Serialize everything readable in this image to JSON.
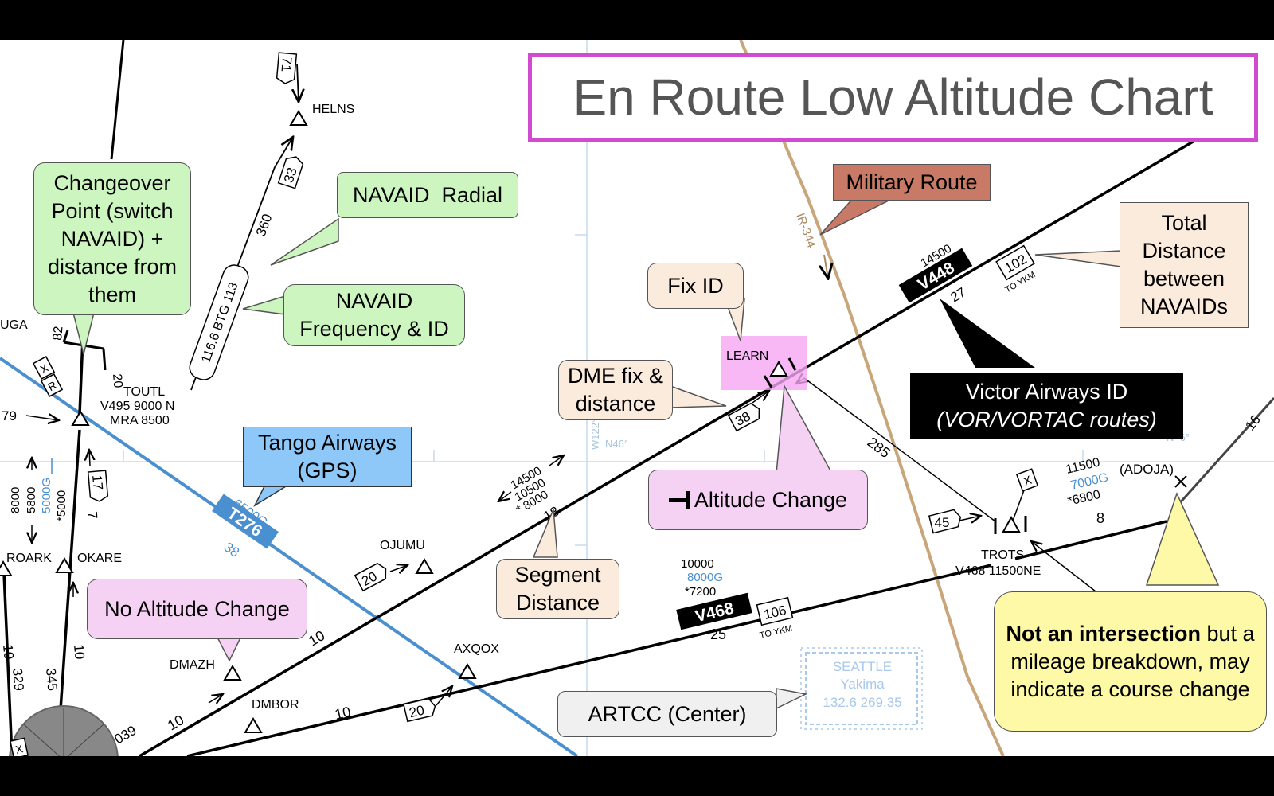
{
  "title": "En Route Low Altitude Chart",
  "callouts": {
    "changeover": "Changeover Point (switch NAVAID) + distance from them",
    "navaid_radial": "NAVAID  Radial",
    "navaid_freq": "NAVAID Frequency & ID",
    "tango": "Tango Airways (GPS)",
    "no_alt_change": "No Altitude Change",
    "military": "Military Route",
    "fix_id": "Fix ID",
    "dme_fix": "DME fix & distance",
    "alt_change": "Altitude Change",
    "segment": "Segment Distance",
    "total_dist": "Total Distance between NAVAIDs",
    "victor_line1": "Victor Airways ID",
    "victor_line2": "(VOR/VORTAC routes)",
    "not_intersection_bold": "Not an intersection",
    "not_intersection_rest": " but a mileage breakdown, may indicate a course change",
    "artcc": "ARTCC (Center)"
  },
  "fixes": {
    "helns": "HELNS",
    "toutl": "TOUTL",
    "toutl_info1": "V495 9000 N",
    "toutl_info2": "MRA 8500",
    "learn": "LEARN",
    "ojumu": "OJUMU",
    "axqox": "AXQOX",
    "dmazh": "DMAZH",
    "dmbor": "DMBOR",
    "roark": "ROARK",
    "okare": "OKARE",
    "trots": "TROTS",
    "trots_info": "V468 11500NE",
    "adoja": "(ADOJA)",
    "uga": "UGA"
  },
  "airways": {
    "v448": "V448",
    "v448_mea": "14500",
    "v448_seg": "27",
    "v448_total": "102",
    "v448_to": "TO YKM",
    "v468": "V468",
    "v468_mea": "10000",
    "v468_gnss": "8000G",
    "v468_moca": "*7200",
    "v468_seg": "25",
    "v468_total": "106",
    "v468_to": "TO YKM",
    "t276": "T276",
    "t276_mea": "6500G",
    "t276_seg": "38",
    "ojumu_alt1": "14500",
    "ojumu_alt2": "10500",
    "ojumu_alt3": "* 8000",
    "ojumu_seg": "18",
    "adoja_mea": "11500",
    "adoja_gnss": "7000G",
    "adoja_moca": "*6800",
    "adoja_seg": "8",
    "left_alt1": "8000",
    "left_alt2": "5800",
    "left_alt3": "5000G",
    "left_alt4": "*5000",
    "military_id": "IR-344"
  },
  "labels": {
    "dme_38": "38",
    "dist_45": "45",
    "dist_20a": "20",
    "dist_20b": "20",
    "dist_33": "33",
    "dist_17": "17",
    "box_71": "71",
    "radial_360": "360",
    "radial_285": "285",
    "radial_345": "345",
    "radial_329": "329",
    "radial_039": "039",
    "radial_16": "16",
    "freq": "116.6 BTG 113",
    "cop_82": "82",
    "cop_20": "20",
    "seg_10a": "10",
    "seg_10b": "10",
    "seg_10c": "10",
    "seg_10d": "10",
    "seg_10e": "10",
    "seg_7": "7",
    "seg_79": "79",
    "x": "X",
    "r": "R",
    "n46a": "N46°",
    "n46b": "N46°",
    "w122": "W122°"
  },
  "artcc": {
    "name": "SEATTLE",
    "sub": "Yakima",
    "freqs": "132.6  269.35"
  },
  "colors": {
    "title_border": "#d14bd0",
    "gps_blue": "#4a8fd0",
    "military_tan": "#c9a57a",
    "callout_green": "#ccf5c0",
    "callout_pink": "#f5d2f3",
    "callout_yellow": "#fdf9a6",
    "callout_peach": "#fbebdc"
  }
}
